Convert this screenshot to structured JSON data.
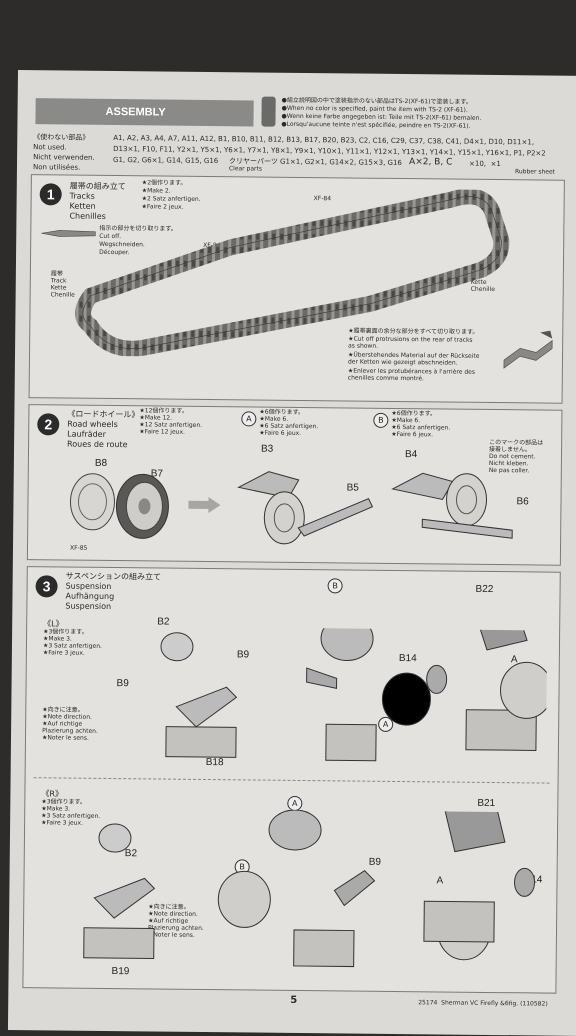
{
  "header": {
    "title": "ASSEMBLY"
  },
  "notes": {
    "jp": "●組立説明図の中で塗装指示のない部品はTS-2(XF-61)で塗装します。",
    "en": "●When no color is specified, paint the item with TS-2 (XF-61).",
    "de": "●Wenn keine Farbe angegeben ist: Teile mit TS-2(XF-61) bemalen.",
    "fr": "●Lorsqu'aucune teinte n'est spécifiée, peindre en TS-2(XF-61)."
  },
  "unused": {
    "label_jp": "《使わない部品》",
    "label_en": "Not used.",
    "label_de": "Nicht verwenden.",
    "label_fr": "Non utilisées.",
    "line1": "A1, A2, A3, A4, A7, A11, A12, B1, B10, B11, B12, B13, B17, B20, B23, C2, C16, C29, C37, C38, C41, D4×1, D10, D11×1,",
    "line2": "D13×1, F10, F11, Y2×1, Y5×1, Y6×1, Y7×1, Y8×1, Y9×1, Y10×1, Y11×1, Y12×1, Y13×1, Y14×1, Y15×1, Y16×1, P1, P2×2",
    "line3": "G1, G2, G6×1, G14, G15, G16",
    "clear_label": "クリヤーパーツ G1×1, G2×1, G14×2, G15×3, G16",
    "clear_sub": "Clear parts",
    "abc": "A×2, B, C",
    "rubber": "×10,  ×1",
    "rubber_label": "Rubber sheet"
  },
  "step1": {
    "num": "1",
    "title_jp": "履帯の組み立て",
    "title_en": "Tracks",
    "title_de": "Ketten",
    "title_fr": "Chenilles",
    "make_jp": "★2個作ります。",
    "make_en": "★Make 2.",
    "make_de": "★2 Satz anfertigen.",
    "make_fr": "★Faire 2 jeux.",
    "cut_jp": "指示の部分を切り取ります。",
    "cut_en": "Cut off.",
    "cut_de": "Wegschneiden.",
    "cut_fr": "Découper.",
    "xf1": "XF-84",
    "xf2": "XF-84",
    "track_left": "履帯\nTrack\nKette\nChenille",
    "track_right": "履帯\nTrack\nKette\nChenille",
    "protr_jp": "★履帯裏面の余分な部分をすべて切り取ります。",
    "protr_en": "★Cut off protrusions on the rear of tracks\nas shown.",
    "protr_de": "★Überstehendes Material auf der Rückseite\nder Ketten wie gezeigt abschneiden.",
    "protr_fr": "★Enlever les protubérances à l'arrière des\nchenilles comme montré."
  },
  "step2": {
    "num": "2",
    "title_jp": "《ロードホイール》",
    "title_en": "Road wheels",
    "title_de": "Laufräder",
    "title_fr": "Roues de route",
    "make": "★12個作ります。\n★Make 12.\n★12 Satz anfertigen.\n★Faire 12 jeux.",
    "a_circle": "A",
    "b_circle": "B",
    "a_make": "★6個作ります。\n★Make 6.\n★6 Satz anfertigen.\n★Faire 6 jeux.",
    "b_make": "★6個作ります。\n★Make 6.\n★6 Satz anfertigen.\n★Faire 6 jeux.",
    "nocement": "このマークの部品は\n接着しません。\nDo not cement.\nNicht kleben.\nNe pas coller.",
    "b8": "B8",
    "b7": "B7",
    "xf85": "XF-85",
    "b3": "B3",
    "b5": "B5",
    "b4": "B4",
    "b6": "B6"
  },
  "step3": {
    "num": "3",
    "title_jp": "サスペンションの組み立て",
    "title_en": "Suspension",
    "title_de": "Aufhängung",
    "title_fr": "Suspension",
    "l_label": "《L》",
    "l_make": "★3個作ります。\n★Make 3.\n★3 Satz anfertigen.\n★Faire 3 jeux.",
    "direction": "★向きに注意。\n★Note direction.\n★Auf richtige\nPlazierung achten.\n★Noter le sens.",
    "b2": "B2",
    "b9": "B9",
    "b18": "B18",
    "b9b": "B9",
    "b14": "B14",
    "b22": "B22",
    "a": "A",
    "b": "B",
    "a2": "A",
    "r_label": "《R》",
    "r_make": "★3個作ります。\n★Make 3.\n★3 Satz anfertigen.\n★Faire 3 jeux.",
    "r_direction": "★向きに注意。\n★Note direction.\n★Auf richtige\nPlazierung achten.\n★Noter le sens.",
    "rb2": "B2",
    "rb9": "B9",
    "rb19": "B19",
    "rb9b": "B9",
    "rb21": "B21",
    "rb14": "B14",
    "ra": "A",
    "rb": "B",
    "ra2": "A"
  },
  "footer": {
    "page": "5",
    "code": "25174  Sherman VC Firefly &6fig. (110582)"
  }
}
